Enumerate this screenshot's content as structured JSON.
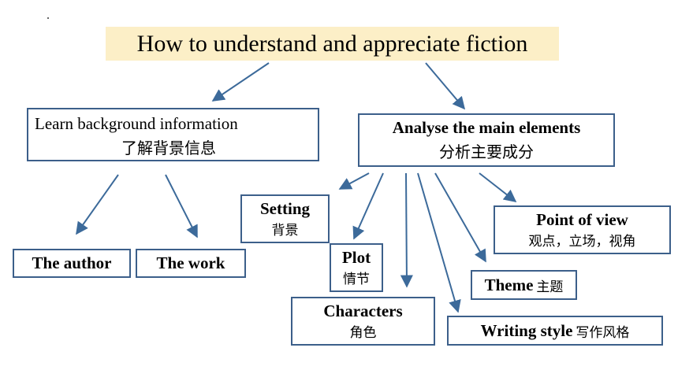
{
  "title": "How to understand and appreciate fiction",
  "background": {
    "line1": "Learn background  information",
    "line2": "了解背景信息",
    "author": "The author",
    "work": "The work"
  },
  "elements": {
    "line1": "Analyse the main elements",
    "line2": "分析主要成分",
    "setting": {
      "en": "Setting",
      "cn": "背景"
    },
    "plot": {
      "en": "Plot",
      "cn": "情节"
    },
    "characters": {
      "en": "Characters",
      "cn": "角色"
    },
    "point_of_view": {
      "en": "Point of view",
      "cn": "观点，立场，视角"
    },
    "theme": {
      "en": "Theme",
      "cn": "主题"
    },
    "writing_style": {
      "en": "Writing style",
      "cn": "写作风格"
    }
  },
  "colors": {
    "arrow": "#3c6a9a",
    "border": "#3c5f8a",
    "title_bg": "#fcefc7"
  }
}
